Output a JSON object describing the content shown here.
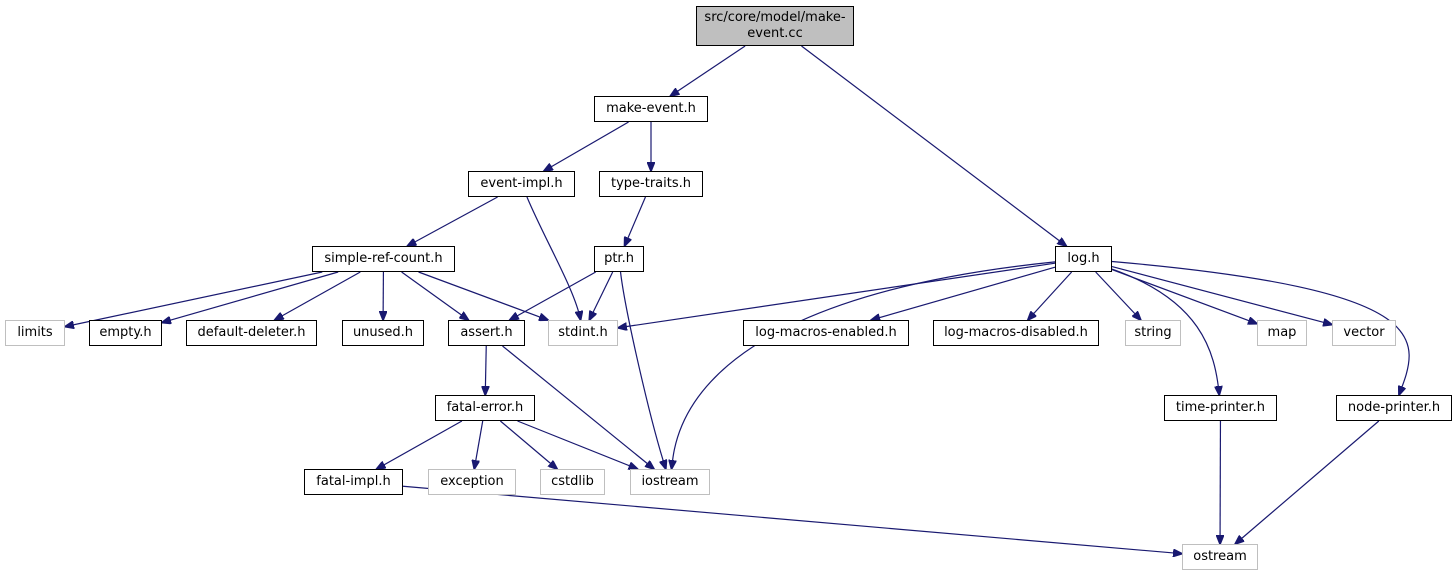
{
  "edge_color": "#191970",
  "colors": {
    "root_fill": "#bfbfbf",
    "internal_border": "#000000",
    "external_border": "#bfbfbf"
  },
  "nodes": [
    {
      "id": "root",
      "label": "src/core/model/make-event.cc",
      "kind": "root"
    },
    {
      "id": "make_event_h",
      "label": "make-event.h",
      "kind": "internal"
    },
    {
      "id": "event_impl_h",
      "label": "event-impl.h",
      "kind": "internal"
    },
    {
      "id": "type_traits_h",
      "label": "type-traits.h",
      "kind": "internal"
    },
    {
      "id": "simple_ref_count_h",
      "label": "simple-ref-count.h",
      "kind": "internal"
    },
    {
      "id": "ptr_h",
      "label": "ptr.h",
      "kind": "internal"
    },
    {
      "id": "log_h",
      "label": "log.h",
      "kind": "internal"
    },
    {
      "id": "limits",
      "label": "limits",
      "kind": "external"
    },
    {
      "id": "empty_h",
      "label": "empty.h",
      "kind": "internal"
    },
    {
      "id": "default_deleter_h",
      "label": "default-deleter.h",
      "kind": "internal"
    },
    {
      "id": "unused_h",
      "label": "unused.h",
      "kind": "internal"
    },
    {
      "id": "assert_h",
      "label": "assert.h",
      "kind": "internal"
    },
    {
      "id": "stdint_h",
      "label": "stdint.h",
      "kind": "external"
    },
    {
      "id": "log_macros_enabled_h",
      "label": "log-macros-enabled.h",
      "kind": "internal"
    },
    {
      "id": "log_macros_disabled_h",
      "label": "log-macros-disabled.h",
      "kind": "internal"
    },
    {
      "id": "string",
      "label": "string",
      "kind": "external"
    },
    {
      "id": "map",
      "label": "map",
      "kind": "external"
    },
    {
      "id": "vector",
      "label": "vector",
      "kind": "external"
    },
    {
      "id": "fatal_error_h",
      "label": "fatal-error.h",
      "kind": "internal"
    },
    {
      "id": "time_printer_h",
      "label": "time-printer.h",
      "kind": "internal"
    },
    {
      "id": "node_printer_h",
      "label": "node-printer.h",
      "kind": "internal"
    },
    {
      "id": "fatal_impl_h",
      "label": "fatal-impl.h",
      "kind": "internal"
    },
    {
      "id": "exception",
      "label": "exception",
      "kind": "external"
    },
    {
      "id": "cstdlib",
      "label": "cstdlib",
      "kind": "external"
    },
    {
      "id": "iostream",
      "label": "iostream",
      "kind": "external"
    },
    {
      "id": "ostream",
      "label": "ostream",
      "kind": "external"
    }
  ],
  "edges": [
    [
      "root",
      "make_event_h"
    ],
    [
      "root",
      "log_h"
    ],
    [
      "make_event_h",
      "event_impl_h"
    ],
    [
      "make_event_h",
      "type_traits_h"
    ],
    [
      "event_impl_h",
      "simple_ref_count_h"
    ],
    [
      "event_impl_h",
      "stdint_h"
    ],
    [
      "type_traits_h",
      "ptr_h"
    ],
    [
      "simple_ref_count_h",
      "limits"
    ],
    [
      "simple_ref_count_h",
      "empty_h"
    ],
    [
      "simple_ref_count_h",
      "default_deleter_h"
    ],
    [
      "simple_ref_count_h",
      "unused_h"
    ],
    [
      "simple_ref_count_h",
      "assert_h"
    ],
    [
      "simple_ref_count_h",
      "stdint_h"
    ],
    [
      "ptr_h",
      "assert_h"
    ],
    [
      "ptr_h",
      "stdint_h"
    ],
    [
      "ptr_h",
      "iostream"
    ],
    [
      "log_h",
      "stdint_h"
    ],
    [
      "log_h",
      "iostream"
    ],
    [
      "log_h",
      "log_macros_enabled_h"
    ],
    [
      "log_h",
      "log_macros_disabled_h"
    ],
    [
      "log_h",
      "string"
    ],
    [
      "log_h",
      "time_printer_h"
    ],
    [
      "log_h",
      "map"
    ],
    [
      "log_h",
      "vector"
    ],
    [
      "log_h",
      "node_printer_h"
    ],
    [
      "assert_h",
      "fatal_error_h"
    ],
    [
      "assert_h",
      "iostream"
    ],
    [
      "fatal_error_h",
      "fatal_impl_h"
    ],
    [
      "fatal_error_h",
      "exception"
    ],
    [
      "fatal_error_h",
      "cstdlib"
    ],
    [
      "fatal_error_h",
      "iostream"
    ],
    [
      "fatal_impl_h",
      "ostream"
    ],
    [
      "time_printer_h",
      "ostream"
    ],
    [
      "node_printer_h",
      "ostream"
    ]
  ]
}
